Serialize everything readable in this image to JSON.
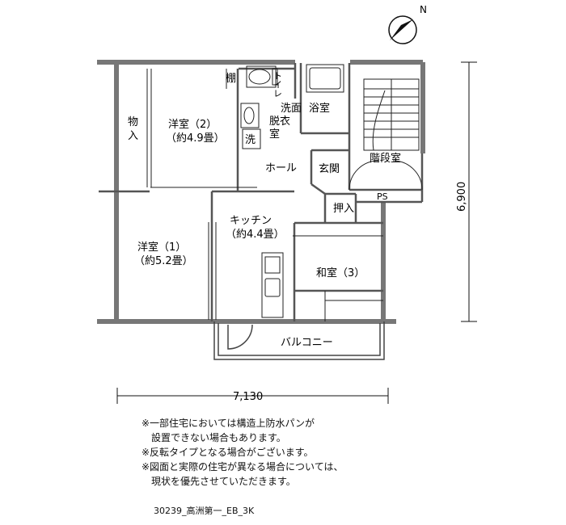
{
  "compass": {
    "north_label": "N"
  },
  "rooms": {
    "shelf": "棚",
    "toilet": "トイレ",
    "bath": "浴室",
    "washroom_a": "洗面",
    "washroom_b": "脱衣",
    "washroom_c": "室",
    "washer": "洗",
    "closet_a": "物",
    "closet_b": "入",
    "western2_name": "洋室（2）",
    "western2_size": "（約4.9畳）",
    "hall": "ホール",
    "entrance": "玄関",
    "stairs": "階段室",
    "ps": "PS",
    "storage": "押入",
    "kitchen_name": "キッチン",
    "kitchen_size": "（約4.4畳）",
    "western1_name": "洋室（1）",
    "western1_size": "（約5.2畳）",
    "japanese3": "和室（3）",
    "balcony": "バルコニー"
  },
  "dimensions": {
    "width": "7,130",
    "height": "6,900"
  },
  "notes": [
    "※一部住宅においては構造上防水パンが",
    "設置できない場合もあります。",
    "※反転タイプとなる場合がございます。",
    "※図面と実際の住宅が異なる場合については、",
    "現状を優先させていただきます。"
  ],
  "code": "30239_高洲第一_EB_3K"
}
